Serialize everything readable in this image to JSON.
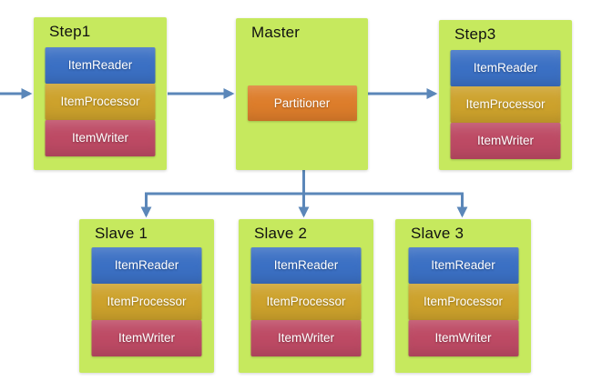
{
  "colors": {
    "node_bg": "#c6e95e",
    "reader": "#3b70c4",
    "processor": "#cda22c",
    "writer": "#bd4a64",
    "partitioner": "#dd7d2b",
    "arrow": "#5b87b9",
    "title_text": "#111111",
    "component_text": "#ffffff"
  },
  "nodes": [
    {
      "id": "step1",
      "title": "Step1",
      "components": [
        "ItemReader",
        "ItemProcessor",
        "ItemWriter"
      ]
    },
    {
      "id": "master",
      "title": "Master",
      "components": [
        "Partitioner"
      ]
    },
    {
      "id": "step3",
      "title": "Step3",
      "components": [
        "ItemReader",
        "ItemProcessor",
        "ItemWriter"
      ]
    },
    {
      "id": "slave1",
      "title": "Slave 1",
      "components": [
        "ItemReader",
        "ItemProcessor",
        "ItemWriter"
      ]
    },
    {
      "id": "slave2",
      "title": "Slave 2",
      "components": [
        "ItemReader",
        "ItemProcessor",
        "ItemWriter"
      ]
    },
    {
      "id": "slave3",
      "title": "Slave 3",
      "components": [
        "ItemReader",
        "ItemProcessor",
        "ItemWriter"
      ]
    }
  ],
  "connections": [
    {
      "from": "external-input",
      "to": "Step1"
    },
    {
      "from": "Step1",
      "to": "Master"
    },
    {
      "from": "Master",
      "to": "Step3"
    },
    {
      "from": "Master",
      "to": "Slave 1"
    },
    {
      "from": "Master",
      "to": "Slave 2"
    },
    {
      "from": "Master",
      "to": "Slave 3"
    }
  ]
}
